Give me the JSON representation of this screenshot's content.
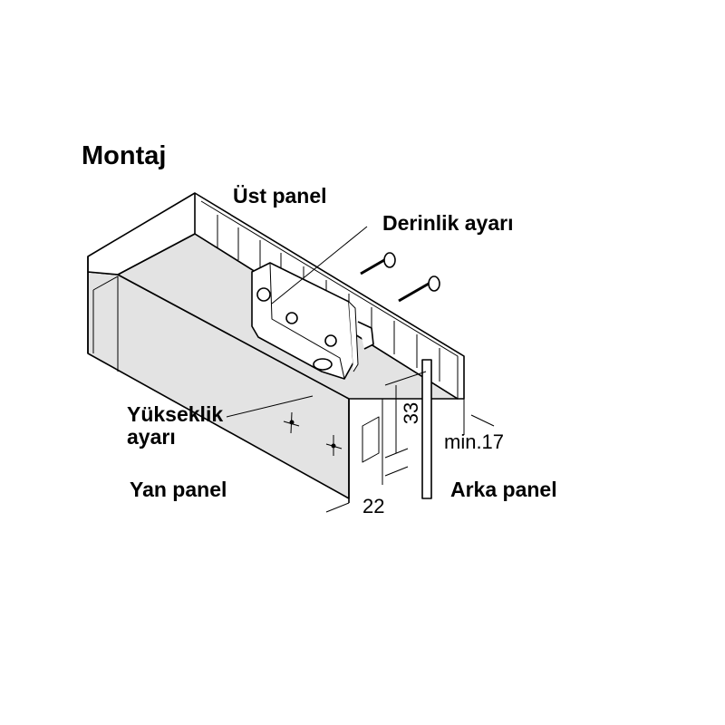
{
  "title": "Montaj",
  "labels": {
    "top_panel": "Üst panel",
    "depth_adjust": "Derinlik ayarı",
    "height_adjust_line1": "Yükseklik",
    "height_adjust_line2": "ayarı",
    "side_panel": "Yan panel",
    "back_panel": "Arka panel"
  },
  "dimensions": {
    "height": "33",
    "min_gap": "min.17",
    "width": "22"
  },
  "colors": {
    "panel_fill": "#e3e3e3",
    "line": "#000000",
    "bracket_fill": "#ffffff"
  }
}
